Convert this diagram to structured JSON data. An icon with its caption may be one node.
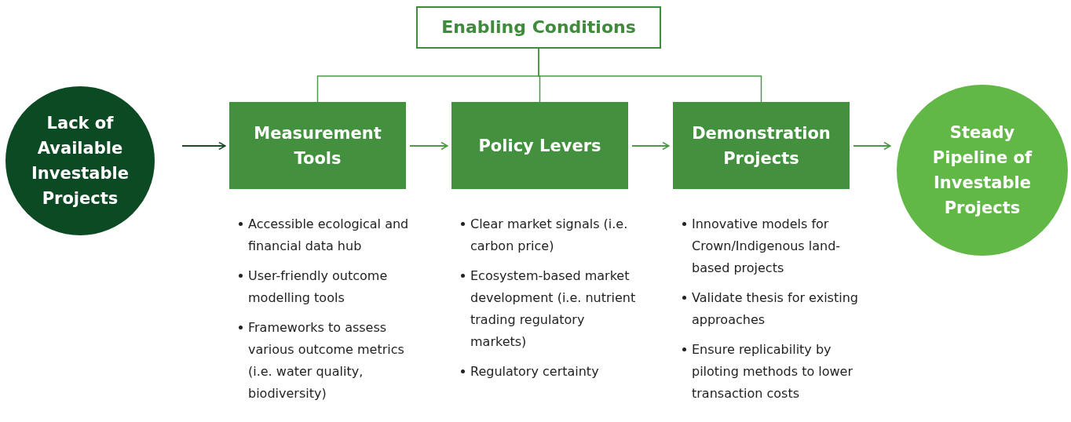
{
  "diagram": {
    "nodes": [
      {
        "text": [
          "Lack of Available Investable Projects"
        ]
      },
      {
        "text": [
          "Enabling Conditions"
        ]
      },
      {
        "text": [
          "Measurement Tools"
        ],
        "beside": [
          "Accessible ecological and financial data hub",
          "User-friendly outcome modelling tools",
          "Frameworks to assess various outcome metrics (i.e. water quality, biodiversity)"
        ]
      },
      {
        "text": [
          "Policy Levers"
        ],
        "beside": [
          "Clear market signals (i.e. carbon price)",
          "Ecosystem-based market development (i.e. nutrient trading regulatory markets)",
          "Regulatory certainty"
        ]
      },
      {
        "text": [
          "Demonstration Projects"
        ],
        "beside": [
          "Innovative models for Crown/Indigenous land-based projects",
          "Validate thesis for existing approaches",
          "Ensure replicability by piloting methods to lower transaction costs"
        ]
      },
      {
        "text": [
          "Steady Pipeline of Investable Projects"
        ]
      }
    ],
    "edges": [
      {
        "from": 0,
        "to": 2,
        "arrow": "to",
        "color": "#1d4a2b"
      },
      {
        "from": 2,
        "to": 3,
        "arrow": "to"
      },
      {
        "from": 3,
        "to": 4,
        "arrow": "to"
      },
      {
        "from": 4,
        "to": 5,
        "arrow": "to"
      },
      {
        "from": 1,
        "to": 2,
        "arrow": "none"
      },
      {
        "from": 1,
        "to": 3,
        "arrow": "none"
      },
      {
        "from": 1,
        "to": 4,
        "arrow": "none"
      }
    ]
  }
}
